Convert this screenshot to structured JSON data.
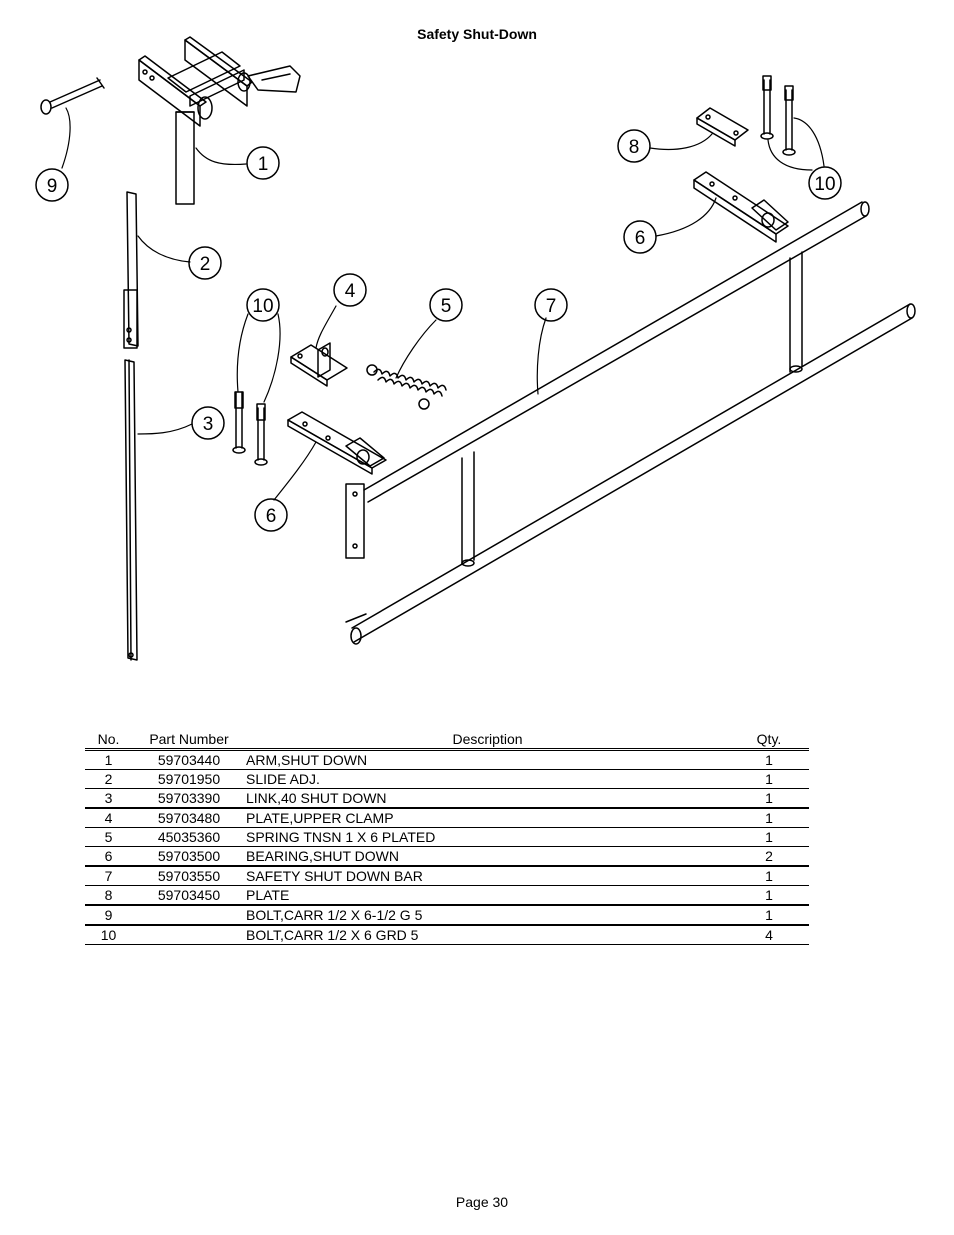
{
  "page": {
    "title": "Safety Shut-Down",
    "footer": "Page 30"
  },
  "diagram": {
    "callouts": [
      "1",
      "2",
      "3",
      "4",
      "5",
      "6",
      "6",
      "7",
      "8",
      "9",
      "10",
      "10"
    ]
  },
  "table": {
    "headers": {
      "no": "No.",
      "part_number": "Part Number",
      "description": "Description",
      "qty": "Qty."
    },
    "rows": [
      {
        "no": "1",
        "part_number": "59703440",
        "description": "ARM,SHUT DOWN",
        "qty": "1"
      },
      {
        "no": "2",
        "part_number": "59701950",
        "description": "SLIDE ADJ.",
        "qty": "1"
      },
      {
        "no": "3",
        "part_number": "59703390",
        "description": "LINK,40 SHUT DOWN",
        "qty": "1"
      },
      {
        "no": "4",
        "part_number": "59703480",
        "description": "PLATE,UPPER CLAMP",
        "qty": "1"
      },
      {
        "no": "5",
        "part_number": "45035360",
        "description": "SPRING TNSN 1 X 6 PLATED",
        "qty": "1"
      },
      {
        "no": "6",
        "part_number": "59703500",
        "description": "BEARING,SHUT DOWN",
        "qty": "2"
      },
      {
        "no": "7",
        "part_number": "59703550",
        "description": "SAFETY SHUT DOWN BAR",
        "qty": "1"
      },
      {
        "no": "8",
        "part_number": "59703450",
        "description": "PLATE",
        "qty": "1"
      },
      {
        "no": "9",
        "part_number": "",
        "description": "BOLT,CARR 1/2 X 6-1/2 G 5",
        "qty": "1"
      },
      {
        "no": "10",
        "part_number": "",
        "description": "BOLT,CARR 1/2 X 6 GRD 5",
        "qty": "4"
      }
    ]
  }
}
